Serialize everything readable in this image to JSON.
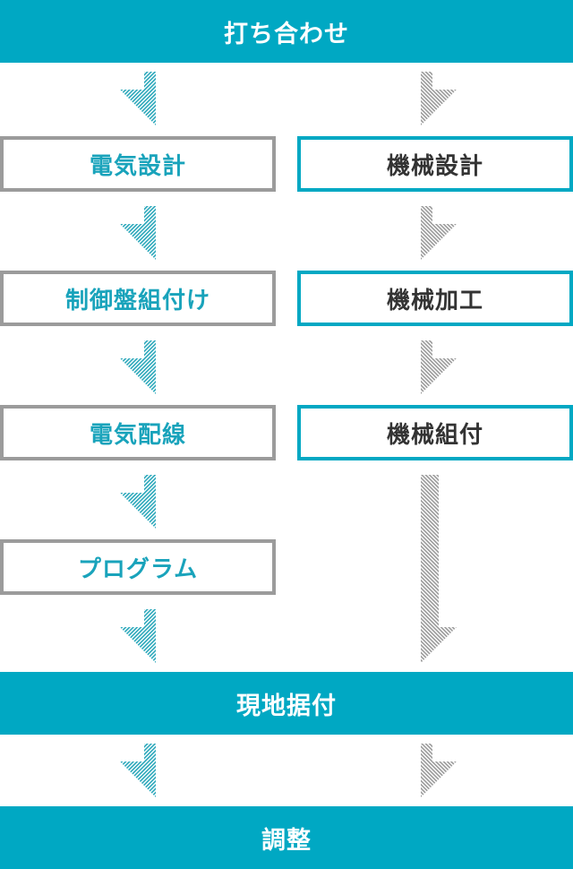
{
  "colors": {
    "accent": "#00a8c3",
    "box_border_left": "#9b9b9b",
    "box_border_right": "#00a8c3",
    "left_text": "#19a3bb",
    "right_text": "#333333",
    "arrow_left": "#2aa7ba",
    "arrow_right": "#9a9a9a"
  },
  "top_bar": {
    "label": "打ち合わせ"
  },
  "left_column": {
    "steps": [
      "電気設計",
      "制御盤組付け",
      "電気配線",
      "プログラム"
    ]
  },
  "right_column": {
    "steps": [
      "機械設計",
      "機械加工",
      "機械組付"
    ]
  },
  "middle_bar": {
    "label": "現地据付"
  },
  "bottom_bar": {
    "label": "調整"
  }
}
